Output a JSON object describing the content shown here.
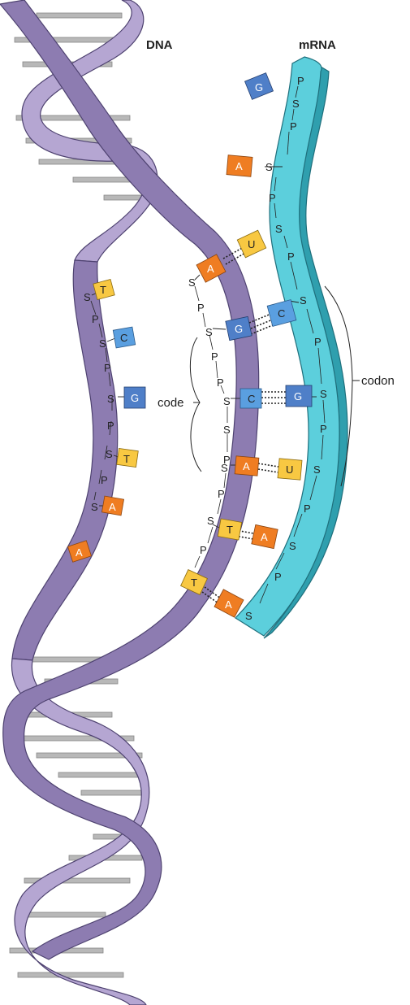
{
  "labels": {
    "dna_title": "DNA",
    "mrna_title": "mRNA",
    "code": "code",
    "codon": "codon"
  },
  "backbone": {
    "sugar": "S",
    "phosphate": "P"
  },
  "colors": {
    "dna_strand": "#8d7cb1",
    "dna_strand_light": "#b5a6d2",
    "dna_strand_dark": "#6f5f94",
    "mrna_strand": "#5ccfdc",
    "mrna_strand_dark": "#2f9fae",
    "rung": "#b8b8b8",
    "base_A": "#ef7d22",
    "base_T": "#f8c842",
    "base_U": "#f8c842",
    "base_C": "#5a9fe0",
    "base_G": "#4f7fc8"
  },
  "bases": {
    "left_strand": [
      "T",
      "C",
      "G",
      "T",
      "A",
      "A"
    ],
    "template_strand": [
      "A",
      "G",
      "C",
      "A",
      "T",
      "T"
    ],
    "mrna_strand": [
      "G",
      "A",
      "U",
      "C",
      "G",
      "U",
      "A",
      "A"
    ]
  }
}
